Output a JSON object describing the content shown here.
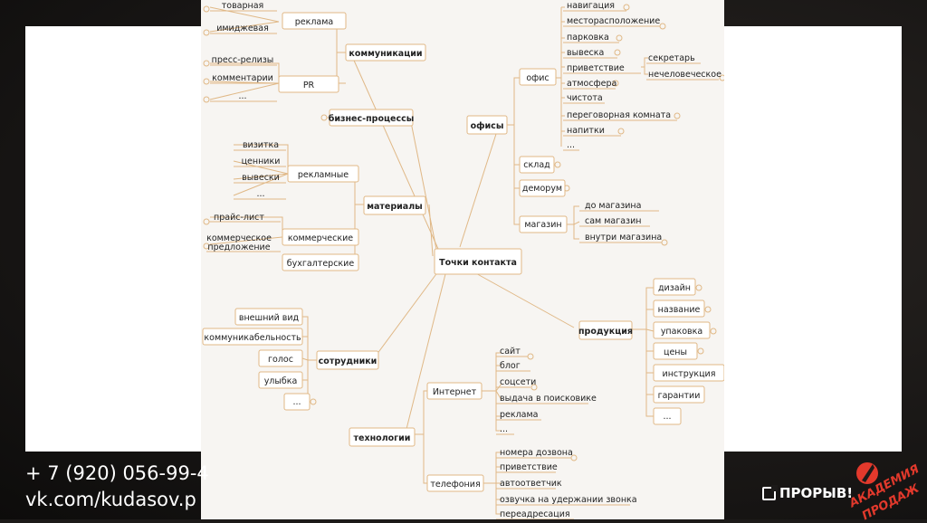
{
  "contact": {
    "phone": "+ 7 (920) 056-99-4",
    "vk": "vk.com/kudasov.p"
  },
  "logos": {
    "proryv": "ПРОРЫВ!",
    "academy_line1": "АКАДЕМИЯ",
    "academy_line2": "ПРОДАЖ",
    "accent": "#e2392c"
  },
  "colors": {
    "line": "#e0b886",
    "box_border": "#e0b886",
    "text": "#222222",
    "map_bg": "#f7f5f2"
  },
  "mindmap": {
    "center": "Точки контакта",
    "branches": {
      "communications": {
        "label": "коммуникации",
        "advertising": {
          "label": "реклама",
          "items": [
            "товарная",
            "имиджевая"
          ]
        },
        "pr": {
          "label": "PR",
          "items": [
            "пресс-релизы",
            "комментарии",
            "..."
          ]
        }
      },
      "business": {
        "label": "бизнес-процессы"
      },
      "materials": {
        "label": "материалы",
        "promo": {
          "label": "рекламные",
          "items": [
            "визитка",
            "ценники",
            "вывески",
            "..."
          ]
        },
        "commercial": {
          "label": "коммерческие",
          "items": [
            "прайс-лист",
            "коммерческое\nпредложение"
          ]
        },
        "accounting": {
          "label": "бухгалтерские"
        }
      },
      "staff": {
        "label": "сотрудники",
        "items": [
          "внешний вид",
          "коммуникабельность",
          "голос",
          "улыбка",
          "..."
        ]
      },
      "technology": {
        "label": "технологии",
        "internet": {
          "label": "Интернет",
          "items": [
            "сайт",
            "блог",
            "соцсети",
            "выдача в поисковике",
            "реклама",
            "..."
          ]
        },
        "phone": {
          "label": "телефония",
          "items": [
            "номера дозвона",
            "приветствие",
            "автоответчик",
            "озвучка на удержании звонка",
            "переадресация"
          ]
        }
      },
      "offices": {
        "label": "офисы",
        "office": {
          "label": "офис",
          "items": [
            "навигация",
            "месторасположение",
            "парковка",
            "вывеска",
            "приветствие",
            "атмосфера",
            "чистота",
            "переговорная комната",
            "напитки",
            "..."
          ],
          "greeting_sub": [
            "секретарь",
            "нечеловеческое"
          ]
        },
        "warehouse": {
          "label": "склад"
        },
        "demoroom": {
          "label": "деморум"
        },
        "shop": {
          "label": "магазин",
          "items": [
            "до магазина",
            "сам магазин",
            "внутри магазина"
          ]
        }
      },
      "product": {
        "label": "продукция",
        "items": [
          "дизайн",
          "название",
          "упаковка",
          "цены",
          "инструкция",
          "гарантии",
          "..."
        ]
      }
    }
  }
}
